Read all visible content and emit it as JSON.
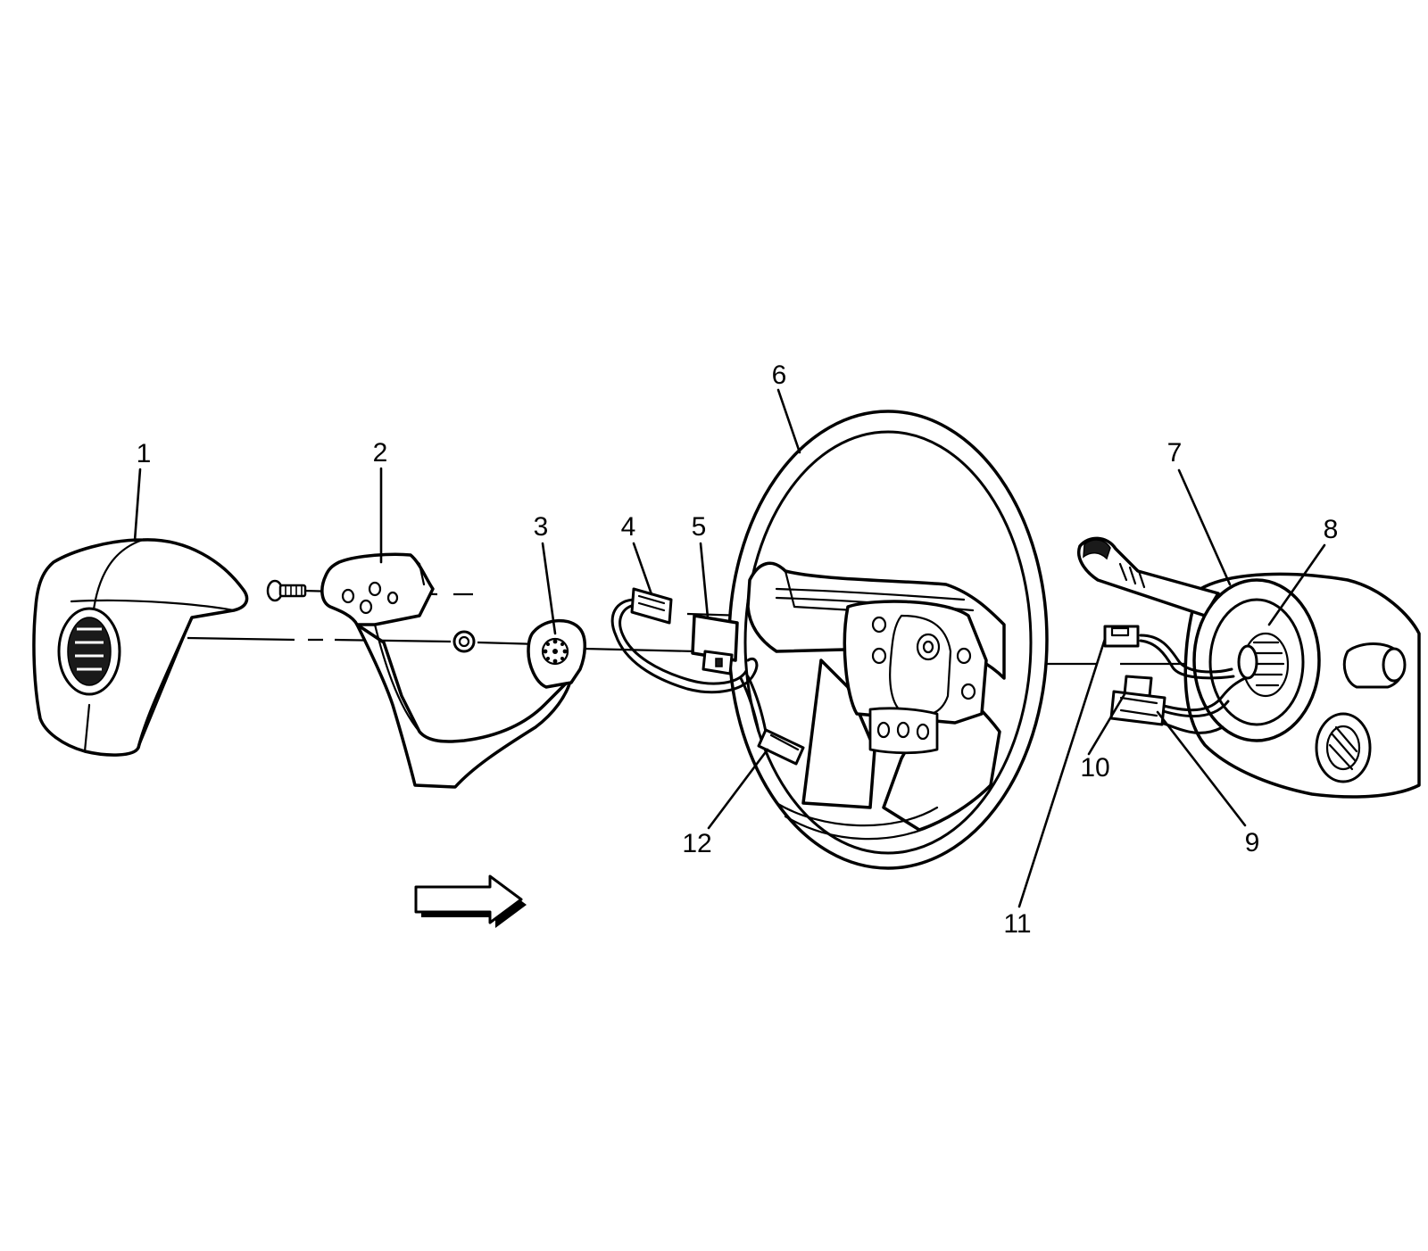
{
  "callouts": {
    "c1": "1",
    "c2": "2",
    "c3": "3",
    "c4": "4",
    "c5": "5",
    "c6": "6",
    "c7": "7",
    "c8": "8",
    "c9": "9",
    "c10": "10",
    "c11": "11",
    "c12": "12"
  },
  "icons": {
    "direction_arrow": "right-arrow-icon",
    "emblem": "cadillac-emblem-icon"
  }
}
